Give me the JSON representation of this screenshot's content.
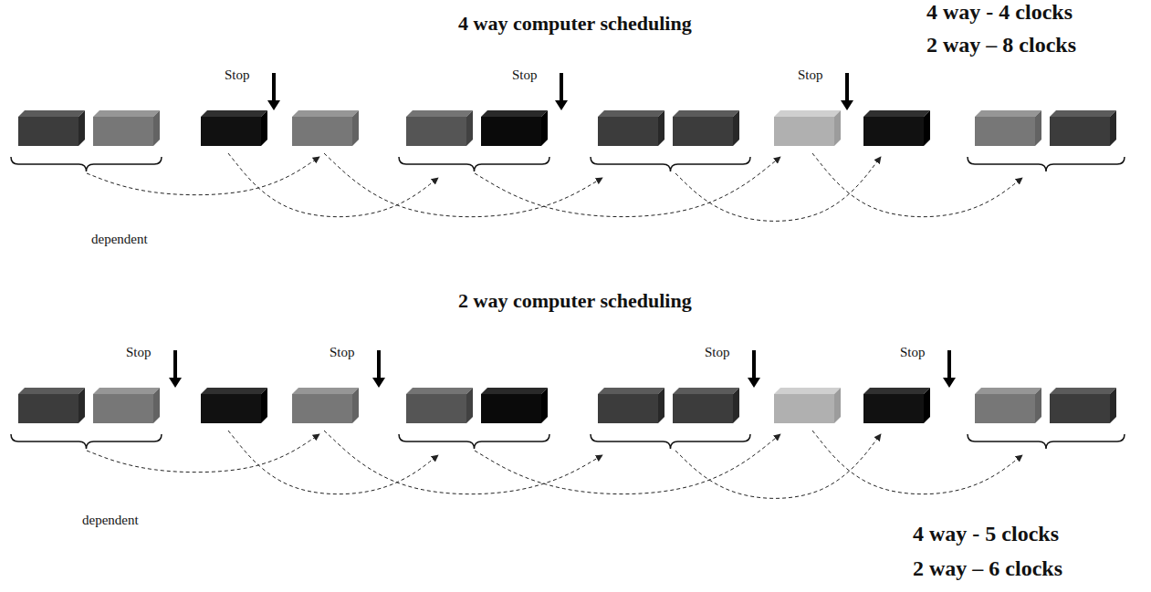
{
  "diagram": {
    "labels": [
      "4 way computer scheduling",
      "4 way - 4 clocks",
      "2 way – 8 clocks",
      "Stop",
      "Stop",
      "Stop",
      "dependent",
      "2 way computer scheduling",
      "Stop",
      "Stop",
      "Stop",
      "Stop",
      "dependent",
      "4 way - 5 clocks",
      "2 way – 6 clocks"
    ]
  }
}
